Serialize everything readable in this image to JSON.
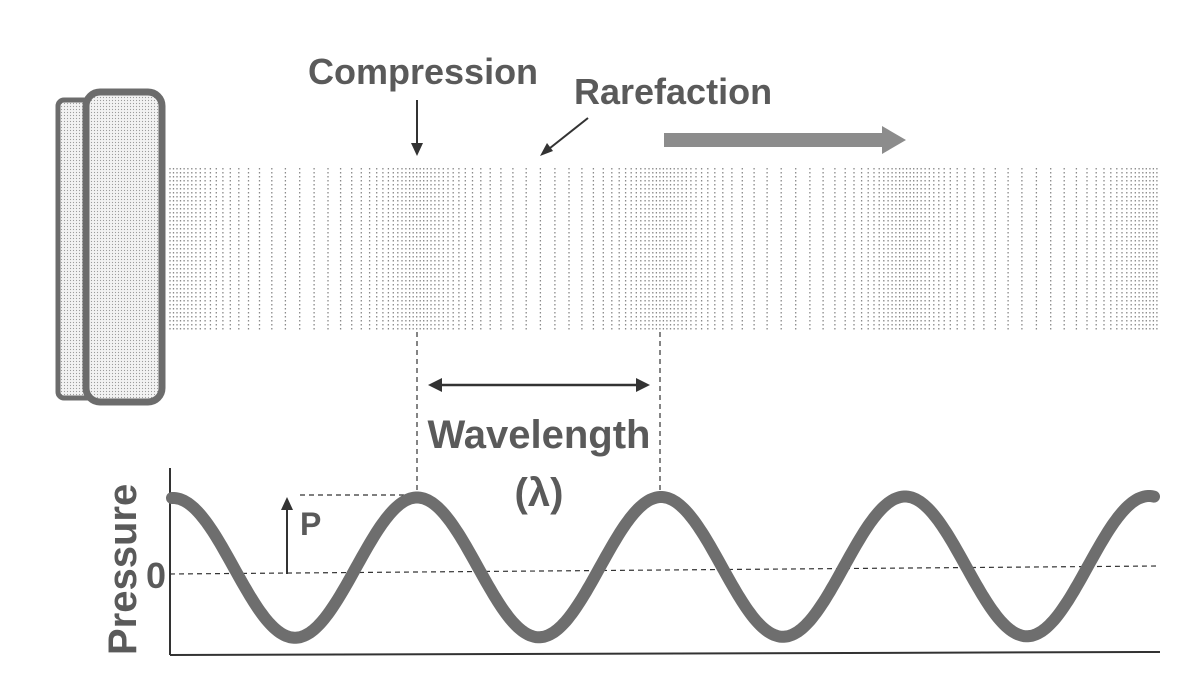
{
  "labels": {
    "compression": "Compression",
    "rarefaction": "Rarefaction",
    "wavelength": "Wavelength",
    "lambda": "(λ)",
    "pressure_axis": "Pressure",
    "zero": "0",
    "amplitude": "P"
  },
  "colors": {
    "wave": "#6e6e6e",
    "text": "#5a5a5a",
    "transducer_fill": "#e6e6e6",
    "transducer_edge": "#6c6c6c",
    "arrow_fill": "#8c8c8c",
    "dots": "#8a8a8a"
  },
  "wave": {
    "cycles_shown": 4.2,
    "peaks_in_frame": 4
  },
  "icons": {
    "transducer": "transducer-icon",
    "direction": "propagation-arrow-icon"
  }
}
